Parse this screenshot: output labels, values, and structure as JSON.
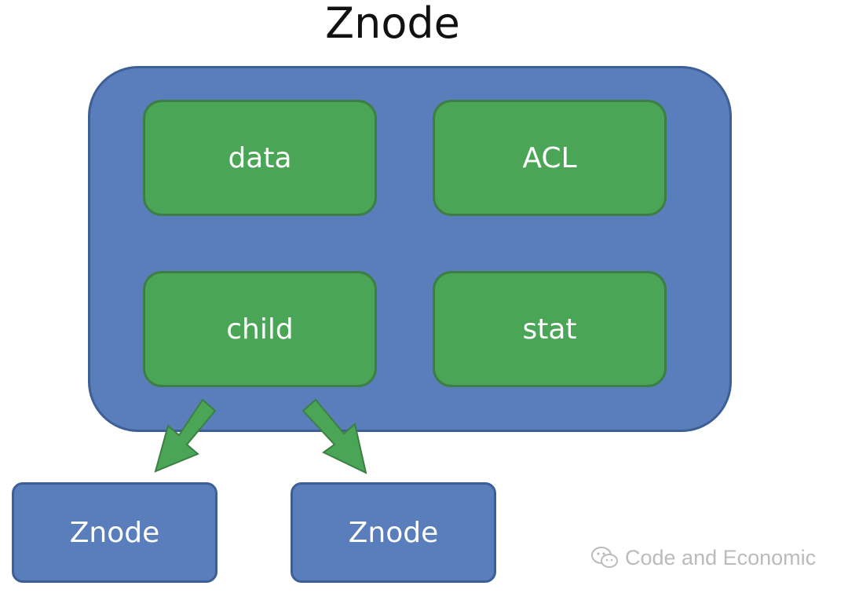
{
  "title": "Znode",
  "fields": {
    "data": "data",
    "acl": "ACL",
    "child": "child",
    "stat": "stat"
  },
  "children": [
    {
      "label": "Znode"
    },
    {
      "label": "Znode"
    }
  ],
  "watermark": {
    "icon": "wechat-icon",
    "text": "Code and Economic"
  },
  "colors": {
    "container": "#5a7ebb",
    "field": "#4aa556",
    "arrow": "#4aa556"
  }
}
